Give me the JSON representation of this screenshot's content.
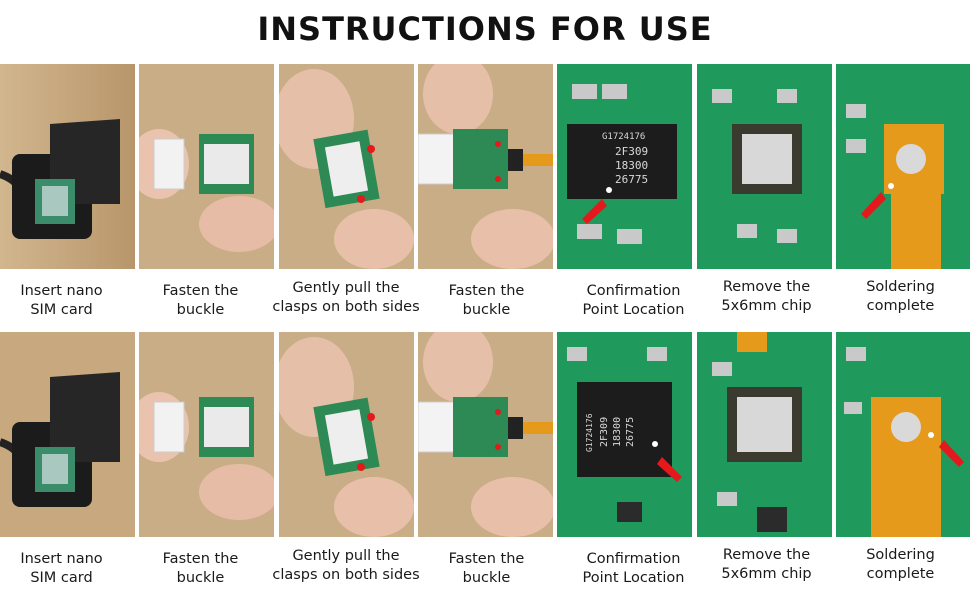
{
  "title": "INSTRUCTIONS FOR USE",
  "rows": [
    {
      "steps": [
        {
          "line1": "Insert nano",
          "line2": "SIM card"
        },
        {
          "line1": "Fasten the",
          "line2": "buckle"
        },
        {
          "line1": "Gently pull the",
          "line2": "clasps on both sides"
        },
        {
          "line1": "Fasten the",
          "line2": "buckle"
        },
        {
          "line1": "Confirmation",
          "line2": "Point Location"
        },
        {
          "line1": "Remove the",
          "line2": "5x6mm chip"
        },
        {
          "line1": "Soldering",
          "line2": "complete"
        }
      ]
    },
    {
      "steps": [
        {
          "line1": "Insert nano",
          "line2": "SIM card"
        },
        {
          "line1": "Fasten the",
          "line2": "buckle"
        },
        {
          "line1": "Gently pull the",
          "line2": "clasps on both sides"
        },
        {
          "line1": "Fasten the",
          "line2": "buckle"
        },
        {
          "line1": "Confirmation",
          "line2": "Point Location"
        },
        {
          "line1": "Remove the",
          "line2": "5x6mm chip"
        },
        {
          "line1": "Soldering",
          "line2": "complete"
        }
      ]
    }
  ],
  "chip_marking": {
    "l1": "G1724176",
    "l2": "2F309",
    "l3": "18300",
    "l4": "26775"
  },
  "colors": {
    "pcb_green": "#1f9a5c",
    "arrow_red": "#e3191c",
    "wood": "#c7a87f",
    "flex_orange": "#e69a1c"
  }
}
